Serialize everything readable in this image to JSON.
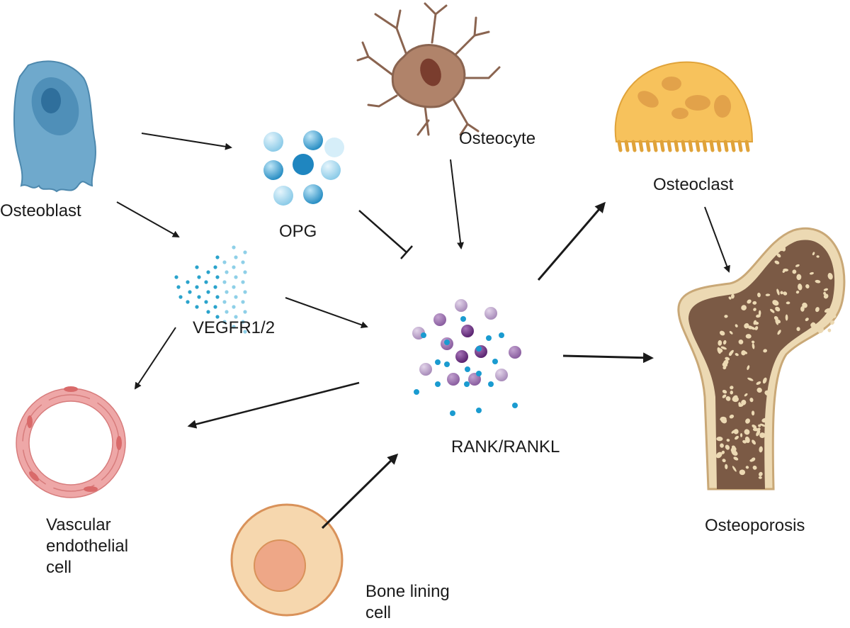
{
  "nodes": {
    "osteoblast": "Osteoblast",
    "opg": "OPG",
    "osteocyte": "Osteocyte",
    "osteoclast": "Osteoclast",
    "vegfr": "VEGFR1/2",
    "rank": "RANK/RANKL",
    "vascular": [
      "Vascular",
      "endothelial",
      "cell"
    ],
    "bone_lining": [
      "Bone lining",
      "cell"
    ],
    "osteoporosis": "Osteoporosis"
  },
  "edges": [
    {
      "from": "Osteoblast",
      "to": "OPG",
      "type": "activation"
    },
    {
      "from": "Osteoblast",
      "to": "VEGFR1/2",
      "type": "activation"
    },
    {
      "from": "OPG",
      "to": "RANK/RANKL",
      "type": "inhibition"
    },
    {
      "from": "Osteocyte",
      "to": "RANK/RANKL",
      "type": "activation"
    },
    {
      "from": "VEGFR1/2",
      "to": "RANK/RANKL",
      "type": "activation"
    },
    {
      "from": "VEGFR1/2",
      "to": "Vascular endothelial cell",
      "type": "activation"
    },
    {
      "from": "RANK/RANKL",
      "to": "Vascular endothelial cell",
      "type": "activation"
    },
    {
      "from": "Bone lining cell",
      "to": "RANK/RANKL",
      "type": "activation"
    },
    {
      "from": "RANK/RANKL",
      "to": "Osteoclast",
      "type": "activation"
    },
    {
      "from": "RANK/RANKL",
      "to": "Osteoporosis",
      "type": "activation"
    },
    {
      "from": "Osteoclast",
      "to": "Osteoporosis",
      "type": "activation"
    }
  ],
  "colors": {
    "osteoblast": "#6fa9cc",
    "opg": "#3fa3d6",
    "osteocyte": "#b0836a",
    "osteoclast": "#f7c25c",
    "rank_dark": "#6a2f7f",
    "rank_light": "#b8a0c6",
    "vegfr": "#2aa3cc",
    "vascular": "#eea7a7",
    "bone_lining": "#f6d7ae",
    "bone": "#e8d2a8",
    "bone_spongy": "#7b5a45"
  }
}
